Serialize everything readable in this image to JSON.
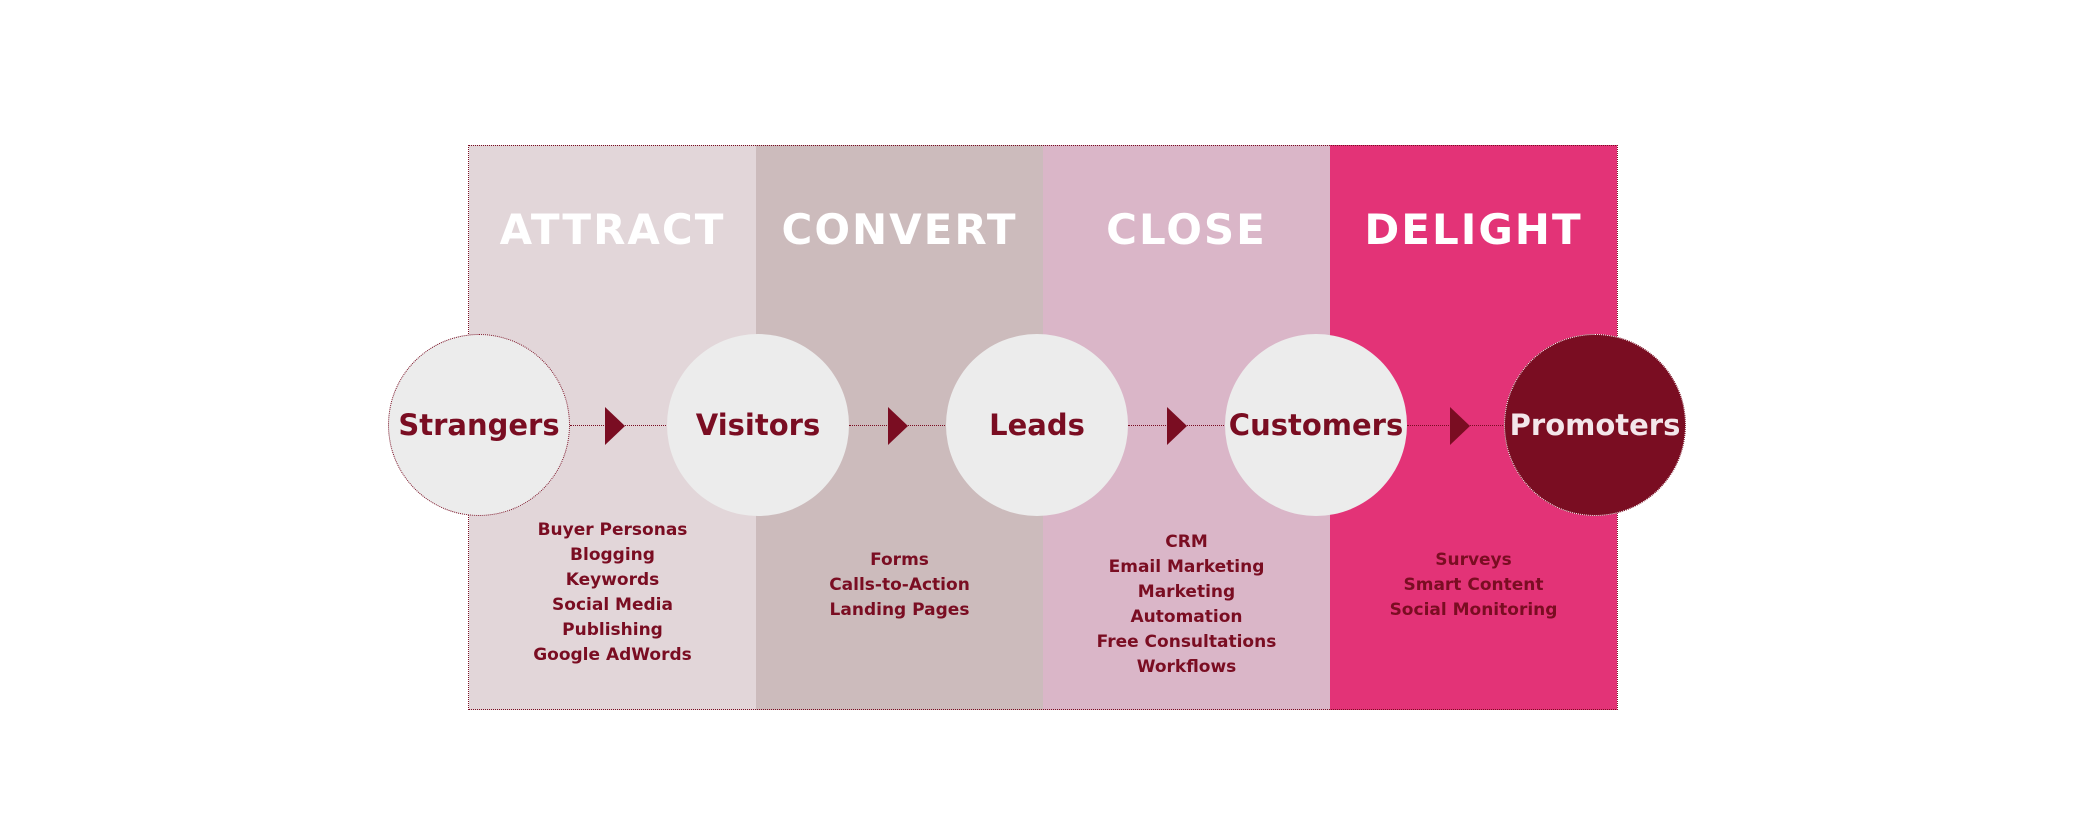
{
  "colors": {
    "attract_band": "#e2d6d9",
    "convert_band": "#ccbbbc",
    "close_band": "#dab6c8",
    "delight_band": "#e33377",
    "circle_light": "#ececec",
    "accent_dark": "#7a0d22"
  },
  "phases": [
    {
      "title": "ATTRACT",
      "tools": [
        "Buyer Personas",
        "Blogging",
        "Keywords",
        "Social Media",
        "Publishing",
        "Google AdWords"
      ]
    },
    {
      "title": "CONVERT",
      "tools": [
        "Forms",
        "Calls-to-Action",
        "Landing Pages"
      ]
    },
    {
      "title": "CLOSE",
      "tools": [
        "CRM",
        "Email Marketing",
        "Marketing",
        "Automation",
        "Free Consultations",
        "Workflows"
      ]
    },
    {
      "title": "DELIGHT",
      "tools": [
        "Surveys",
        "Smart Content",
        "Social Monitoring"
      ]
    }
  ],
  "stages": [
    "Strangers",
    "Visitors",
    "Leads",
    "Customers",
    "Promoters"
  ],
  "icons": [
    "arrow-right-icon",
    "arrow-right-icon",
    "arrow-right-icon",
    "arrow-right-icon"
  ]
}
